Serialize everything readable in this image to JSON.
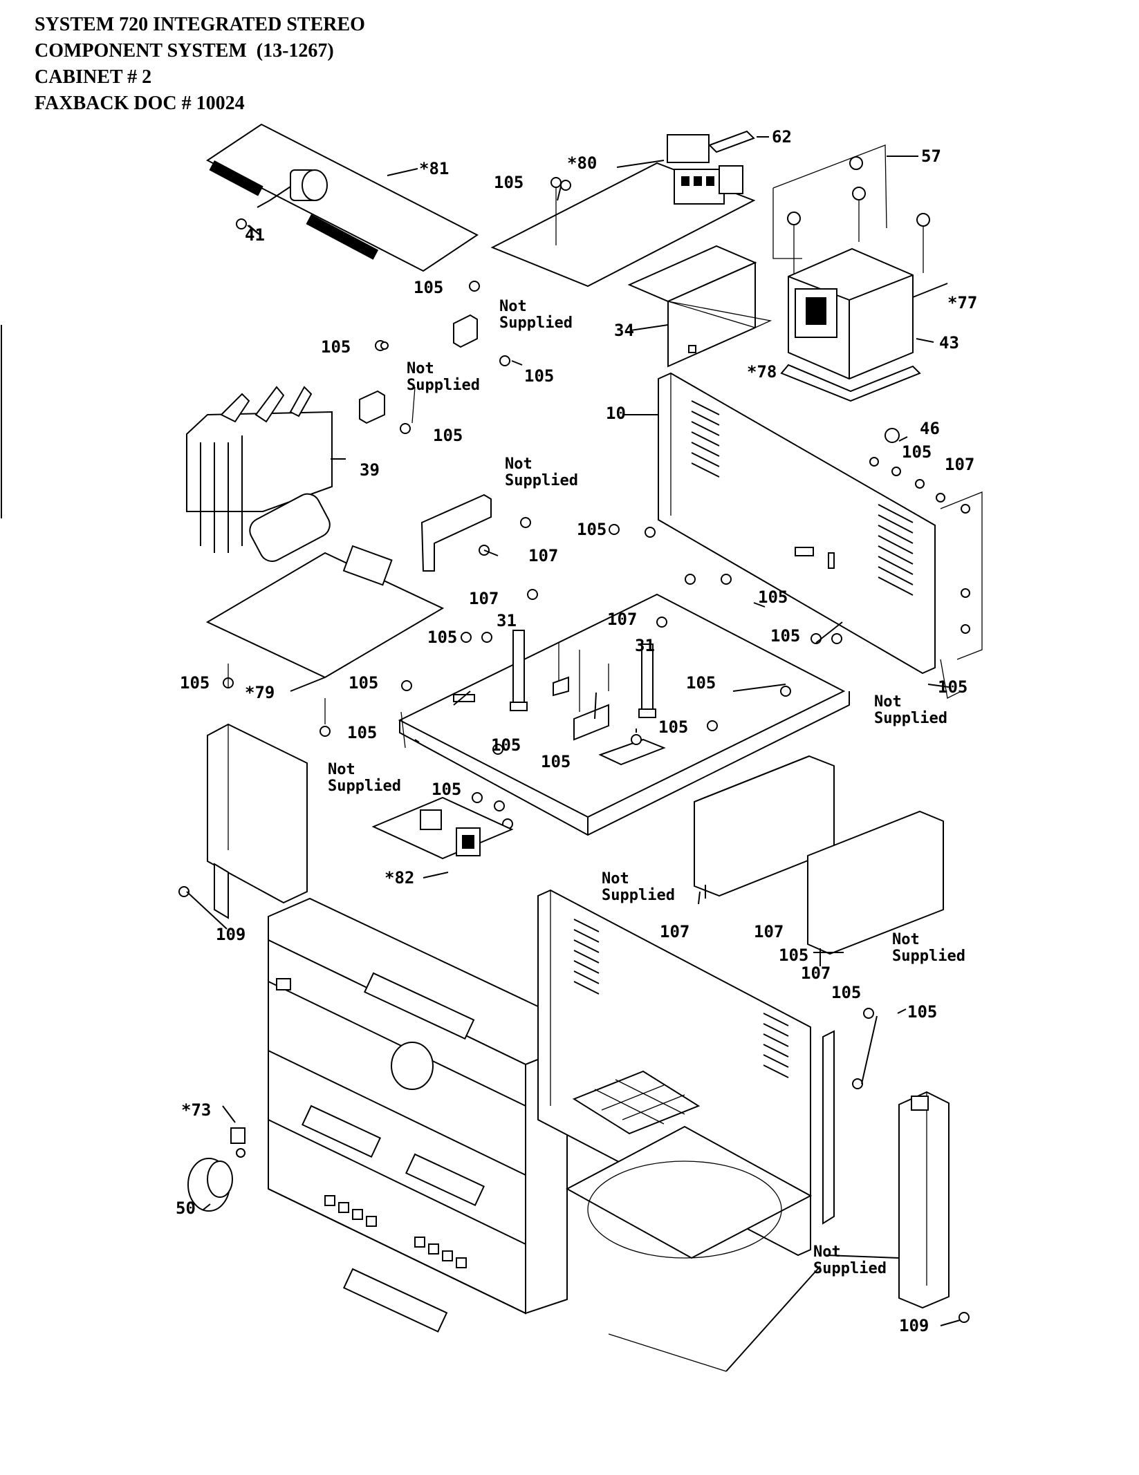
{
  "header": {
    "line1": "SYSTEM 720 INTEGRATED STEREO",
    "line2": "COMPONENT SYSTEM  (13-1267)",
    "line3": "CABINET # 2",
    "line4": "FAXBACK DOC # 10024"
  },
  "callouts": {
    "p81": "*81",
    "p80": "*80",
    "p62": "62",
    "p57": "57",
    "p41": "41",
    "p105a": "105",
    "p105b": "105",
    "p105c": "105",
    "p105d": "105",
    "p105e": "105",
    "p105f": "105",
    "p105g": "105",
    "p105h": "105",
    "p105i": "105",
    "p105j": "105",
    "p105k": "105",
    "p105l": "105",
    "p105m": "105",
    "p105n": "105",
    "p105o": "105",
    "p105p": "105",
    "p105q": "105",
    "p105r": "105",
    "p105s": "105",
    "p105t": "105",
    "p105u": "105",
    "p77": "*77",
    "p34": "34",
    "p43": "43",
    "p78": "*78",
    "p10": "10",
    "p46": "46",
    "p107a": "107",
    "p107b": "107",
    "p107c": "107",
    "p107d": "107",
    "p107e": "107",
    "p107f": "107",
    "p107g": "107",
    "p39": "39",
    "p31a": "31",
    "p31b": "31",
    "p79": "*79",
    "p82": "*82",
    "p109a": "109",
    "p109b": "109",
    "p73": "*73",
    "p50": "50"
  },
  "notes": {
    "not": "Not",
    "supplied": "Supplied"
  }
}
